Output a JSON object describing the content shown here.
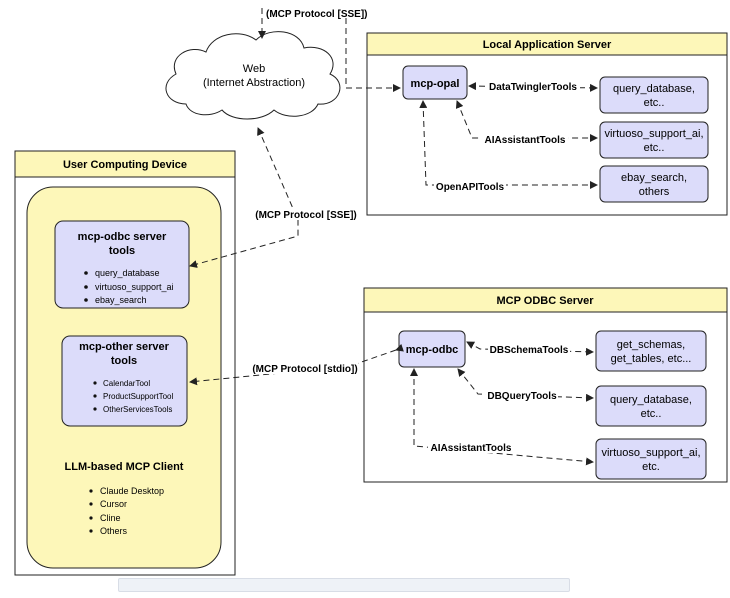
{
  "protocols": {
    "sse_top": "(MCP Protocol [SSE])",
    "sse_client": "(MCP Protocol [SSE])",
    "stdio": "(MCP Protocol [stdio])"
  },
  "web": {
    "line1": "Web",
    "line2": "(Internet Abstraction)"
  },
  "local_server": {
    "title": "Local Application Server",
    "hub": "mcp-opal",
    "tools": [
      {
        "edge_label": "DataTwinglerTools",
        "node_lines": [
          "query_database,",
          "etc.."
        ]
      },
      {
        "edge_label": "AIAssistantTools",
        "node_lines": [
          "virtuoso_support_ai,",
          "etc.."
        ]
      },
      {
        "edge_label": "OpenAPITools",
        "node_lines": [
          "ebay_search,",
          "others"
        ]
      }
    ]
  },
  "odbc_server": {
    "title": "MCP ODBC Server",
    "hub": "mcp-odbc",
    "tools": [
      {
        "edge_label": "DBSchemaTools",
        "node_lines": [
          "get_schemas,",
          "get_tables, etc..."
        ]
      },
      {
        "edge_label": "DBQueryTools",
        "node_lines": [
          "query_database,",
          "etc.."
        ]
      },
      {
        "edge_label": "AIAssistantTools",
        "node_lines": [
          "virtuoso_support_ai,",
          "etc."
        ]
      }
    ]
  },
  "client_device": {
    "title": "User Computing Device",
    "odbc_tools": {
      "title_lines": [
        "mcp-odbc server",
        "tools"
      ],
      "items": [
        "query_database",
        "virtuoso_support_ai",
        "ebay_search"
      ]
    },
    "other_tools": {
      "title_lines": [
        "mcp-other server",
        "tools"
      ],
      "items": [
        "CalendarTool",
        "ProductSupportTool",
        "OtherServicesTools"
      ]
    },
    "client_title": "LLM-based MCP Client",
    "clients": [
      "Claude Desktop",
      "Cursor",
      "Cline",
      "Others"
    ]
  }
}
